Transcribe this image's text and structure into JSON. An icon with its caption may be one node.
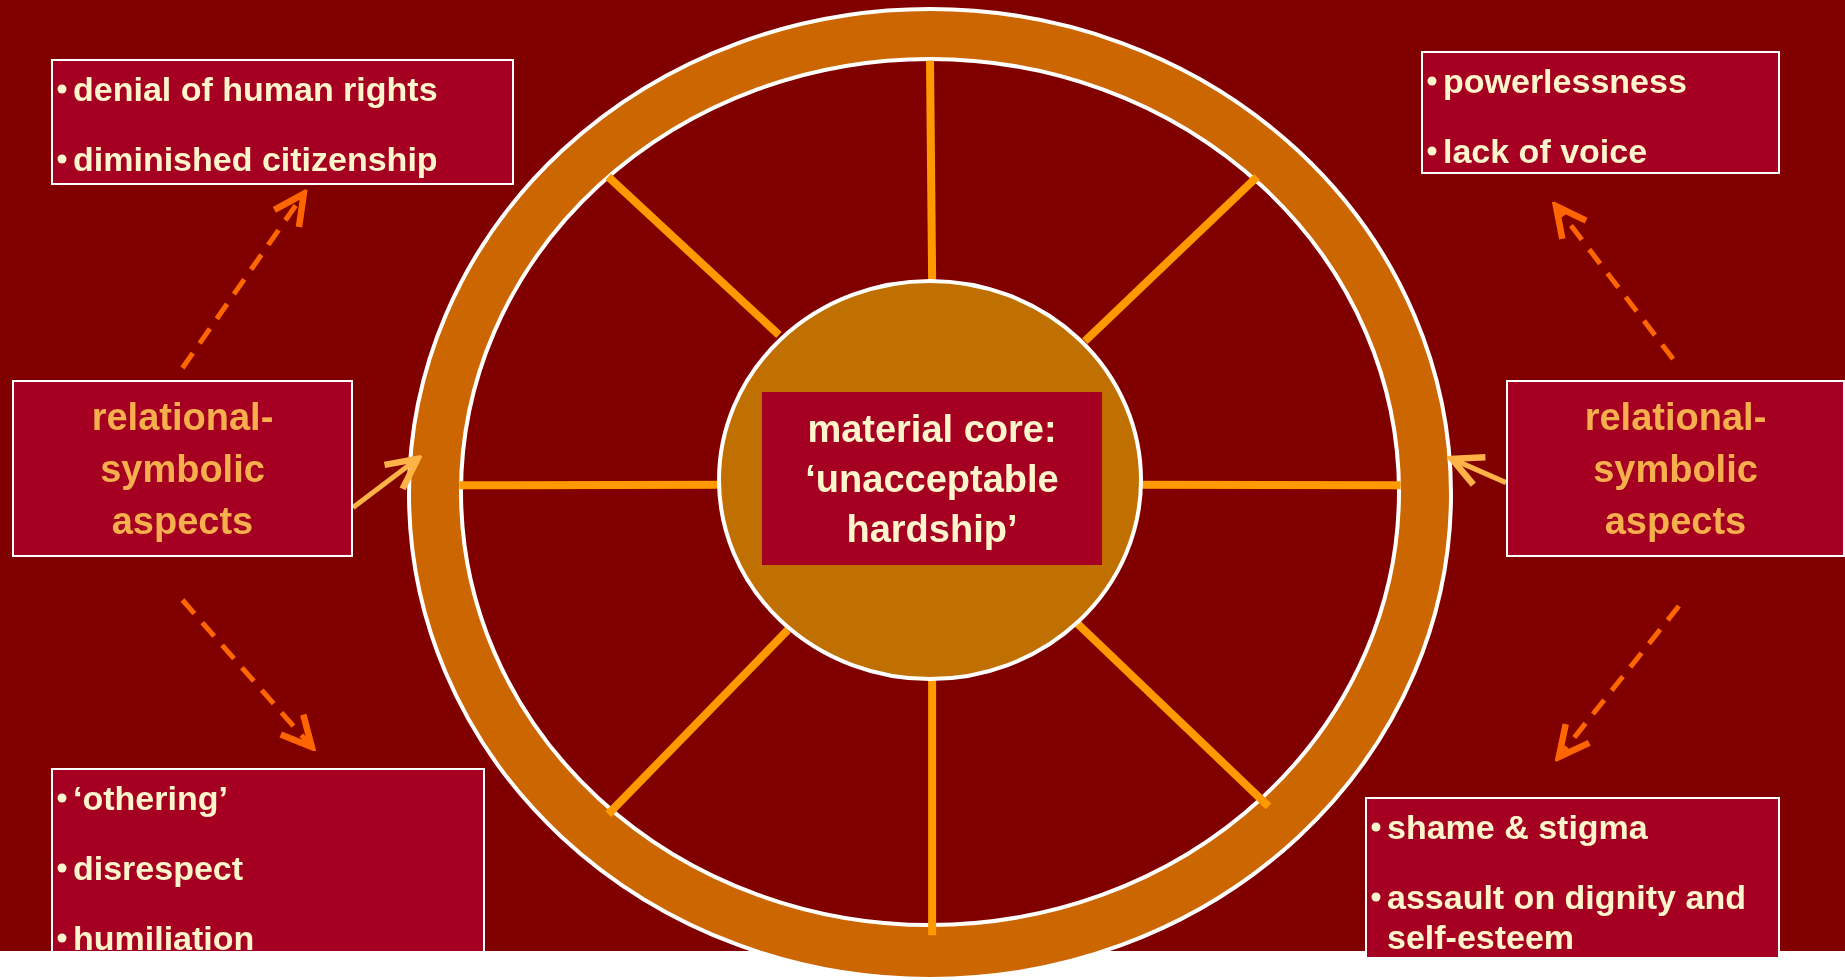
{
  "diagram": {
    "nodes": [
      {
        "text": [],
        "shape": "circle"
      },
      {
        "text": [
          "material core: ‘unacceptable hardship’"
        ],
        "in": 0
      },
      {
        "text": [
          "denial of human rights",
          "diminished citizenship"
        ]
      },
      {
        "text": [
          "powerlessness",
          "lack of voice"
        ]
      },
      {
        "text": [
          "relational-symbolic aspects"
        ]
      },
      {
        "text": [
          "relational-symbolic aspects"
        ]
      },
      {
        "text": [
          "‘othering’",
          "disrespect",
          "humiliation"
        ]
      },
      {
        "text": [
          "shame & stigma",
          "assault on dignity and self-esteem"
        ]
      }
    ],
    "edges": [
      {
        "from": 4,
        "to": 0,
        "arrow": "to",
        "color": "#ffb347"
      },
      {
        "from": 5,
        "to": 0,
        "arrow": "to",
        "color": "#ffb347"
      },
      {
        "from": 4,
        "to": 2,
        "arrow": "to",
        "style": "dashed",
        "color": "#ff6600"
      },
      {
        "from": 4,
        "to": 6,
        "arrow": "to",
        "style": "dashed",
        "color": "#ff6600"
      },
      {
        "from": 5,
        "to": 3,
        "arrow": "to",
        "style": "dashed",
        "color": "#ff6600"
      },
      {
        "from": 5,
        "to": 7,
        "arrow": "to",
        "style": "dashed",
        "color": "#ff6600"
      },
      {
        "from": 1,
        "to": 0,
        "arrow": "none"
      },
      {
        "from": 1,
        "to": 0,
        "arrow": "none"
      },
      {
        "from": 1,
        "to": 0,
        "arrow": "none"
      },
      {
        "from": 1,
        "to": 0,
        "arrow": "none"
      },
      {
        "from": 1,
        "to": 0,
        "arrow": "none"
      },
      {
        "from": 1,
        "to": 0,
        "arrow": "none"
      },
      {
        "from": 1,
        "to": 0,
        "arrow": "none"
      },
      {
        "from": 1,
        "to": 0,
        "arrow": "none"
      }
    ]
  }
}
